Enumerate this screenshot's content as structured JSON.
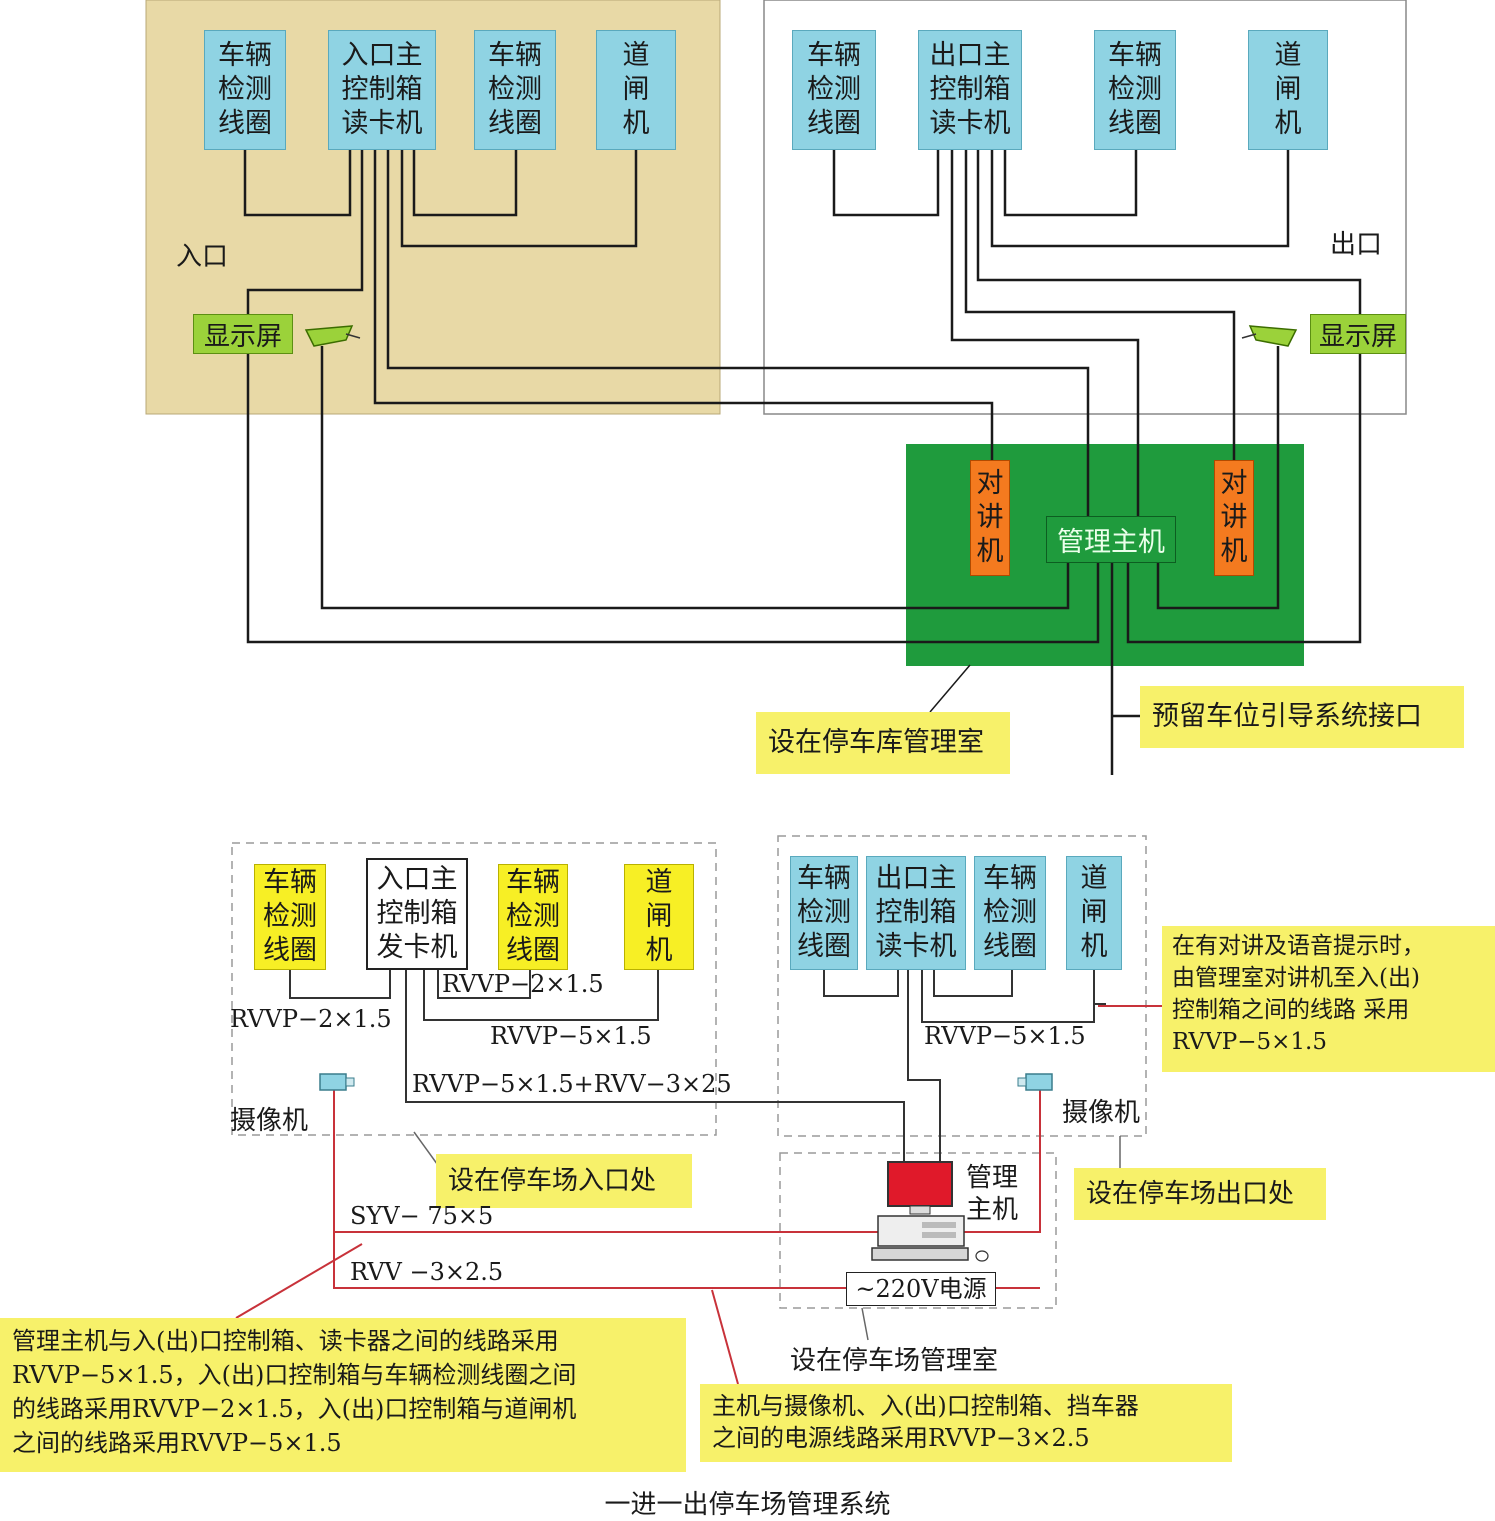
{
  "top": {
    "entrance": {
      "zone_label": "入口",
      "loop_left": "车辆\n检测\n线圈",
      "controller": "入口主\n控制箱\n读卡机",
      "loop_right": "车辆\n检测\n线圈",
      "barrier": "道\n闸\n机",
      "display": "显示屏"
    },
    "exit": {
      "zone_label": "出口",
      "loop_left": "车辆\n检测\n线圈",
      "controller": "出口主\n控制箱\n读卡机",
      "loop_right": "车辆\n检测\n线圈",
      "barrier": "道\n闸\n机",
      "display": "显示屏"
    },
    "room": {
      "intercom_left": "对\n讲\n机",
      "host": "管理主机",
      "intercom_right": "对\n讲\n机"
    },
    "note_room": "设在停车库管理室",
    "note_guidance": "预留车位引导系统接口"
  },
  "bottom": {
    "entrance": {
      "loop_left": "车辆\n检测\n线圈",
      "controller": "入口主\n控制箱\n发卡机",
      "loop_right": "车辆\n检测\n线圈",
      "barrier": "道\n闸\n机",
      "cable_1": "RVVP−2×1.5",
      "cable_2": "RVVP−2×1.5",
      "cable_3": "RVVP−5×1.5",
      "cable_4": "RVVP−5×1.5+RVV−3×25",
      "camera": "摄像机",
      "location": "设在停车场入口处"
    },
    "exit": {
      "loop_left": "车辆\n检测\n线圈",
      "controller": "出口主\n控制箱\n读卡机",
      "loop_right": "车辆\n检测\n线圈",
      "barrier": "道\n闸\n机",
      "cable_1": "RVVP−5×1.5",
      "camera": "摄像机",
      "location": "设在停车场出口处"
    },
    "room": {
      "host": "管理\n主机",
      "power": "~220V电源",
      "location": "设在停车场管理室"
    },
    "cable_syv": "SYV− 75×5",
    "cable_rvv": "RVV −3×2.5",
    "note_intercom": "在有对讲及语音提示时，\n由管理室对讲机至入(出)\n控制箱之间的线路 采用\nRVVP−5×1.5",
    "note_main": "管理主机与入(出)口控制箱、读卡器之间的线路采用\nRVVP−5×1.5，入(出)口控制箱与车辆检测线圈之间\n的线路采用RVVP−2×1.5，入(出)口控制箱与道闸机\n之间的线路采用RVVP−5×1.5",
    "note_power": "主机与摄像机、入(出)口控制箱、挡车器\n之间的电源线路采用RVVP−3×2.5"
  },
  "title": "一进一出停车场管理系统",
  "colors": {
    "entrance_zone": "#e8d9a6",
    "equipment_cyan": "#8fd3e3",
    "equipment_yellow": "#f7ef25",
    "display_green": "#9bd23a",
    "intercom_orange": "#f47a1f",
    "room_green": "#1f9b3d",
    "note_yellow": "#f7f16a",
    "power_line_red": "#c8323a"
  }
}
